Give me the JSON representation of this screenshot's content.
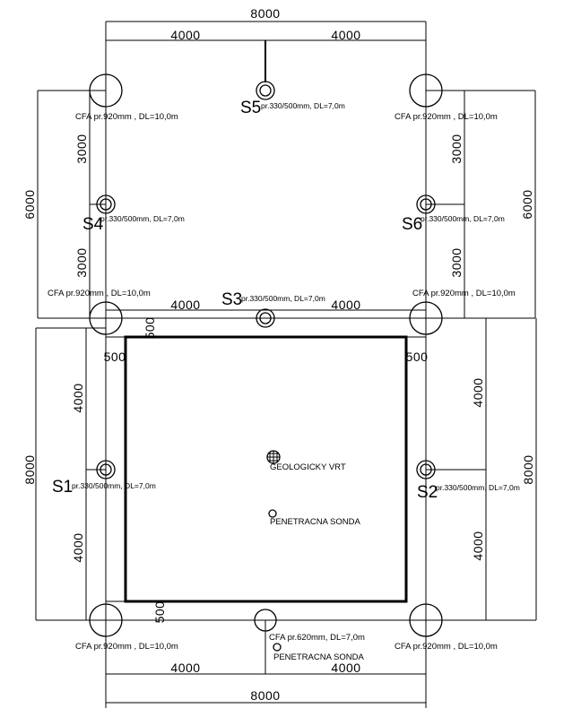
{
  "dimensions": {
    "top_total": "8000",
    "top_left": "4000",
    "top_right": "4000",
    "left_upper_a": "3000",
    "left_upper_b": "3000",
    "left_total": "6000",
    "right_upper_a": "3000",
    "right_upper_b": "3000",
    "right_total": "6000",
    "mid_left": "4000",
    "mid_right": "4000",
    "offset_top": "500",
    "offset_left": "500",
    "offset_right": "500",
    "offset_bottom": "500",
    "left_lower_a": "4000",
    "left_lower_b": "4000",
    "left_lower_total": "8000",
    "right_lower_a": "4000",
    "right_lower_b": "4000",
    "right_lower_total": "8000",
    "bottom_left": "4000",
    "bottom_right": "4000",
    "bottom_total": "8000"
  },
  "piles": {
    "cfa_label": "CFA  pr.920mm  ,  DL=10,0m",
    "cfa_label_alt": "CFA  pr.920mm  ,  DL=10,0m",
    "bottom_center": "CFA  pr.620mm,  DL=7,0m"
  },
  "sondes": {
    "s1": {
      "name": "S1",
      "spec": "pr.330/500mm, DL=7,0m"
    },
    "s2": {
      "name": "S2",
      "spec": "pr.330/500mm, DL=7,0m"
    },
    "s3": {
      "name": "S3",
      "spec": "pr.330/500mm, DL=7,0m"
    },
    "s4": {
      "name": "S4",
      "spec": "pr.330/500mm, DL=7,0m"
    },
    "s5": {
      "name": "S5",
      "spec": "pr.330/500mm, DL=7,0m"
    },
    "s6": {
      "name": "S6",
      "spec": "pr.330/500mm, DL=7,0m"
    }
  },
  "labels": {
    "geologicky_vrt": "GEOLOGICKY  VRT",
    "penetracna_sonda": "PENETRACNA  SONDA",
    "penetracna_sonda_bottom": "PENETRACNA  SONDA"
  }
}
